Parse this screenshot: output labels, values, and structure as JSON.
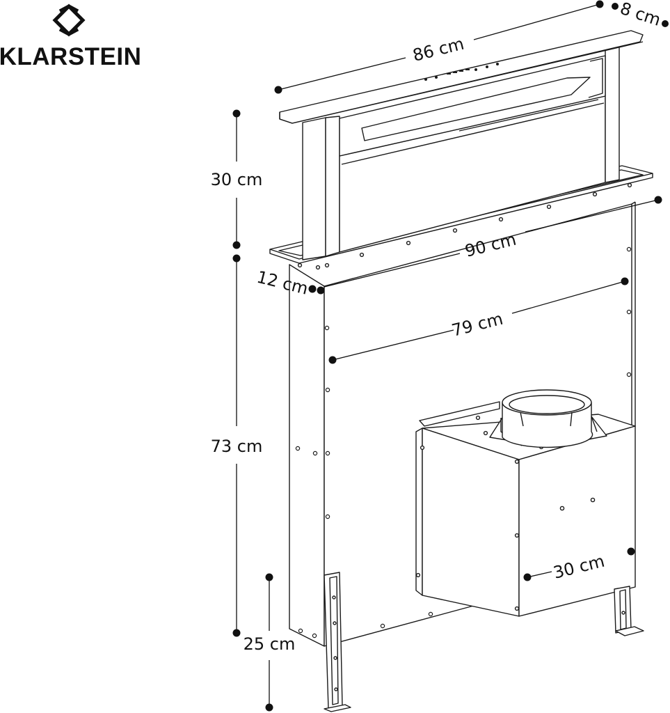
{
  "brand": {
    "name": "KLARSTEIN",
    "logo_icon": "klarstein-diamond-logo-icon"
  },
  "colors": {
    "line": "#1a1a1a",
    "dimension": "#111111",
    "background": "#ffffff"
  },
  "dimensions": {
    "panel_length": "86 cm",
    "panel_depth": "8 cm",
    "raised_height": "30 cm",
    "body_height": "73 cm",
    "frame_width": "90 cm",
    "frame_depth": "12 cm",
    "inner_width": "79 cm",
    "motor_depth": "30 cm",
    "leg_height": "25 cm"
  }
}
